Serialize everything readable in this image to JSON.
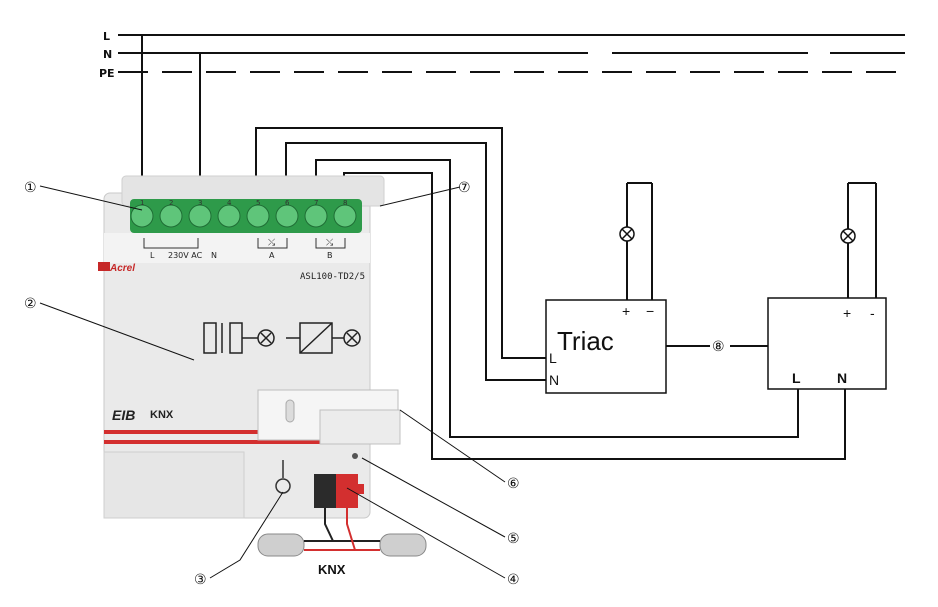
{
  "bus_labels": {
    "l": "L",
    "n": "N",
    "pe": "PE"
  },
  "device": {
    "brand": "Acrel",
    "model": "ASL100-TD2/5",
    "terminal_numbers": [
      "1",
      "2",
      "3",
      "4",
      "5",
      "6",
      "7",
      "8"
    ],
    "terminal_labels": {
      "l": "L",
      "voltage": "230V AC",
      "n": "N",
      "a": "A",
      "b": "B"
    },
    "logo_eib": "EIB",
    "logo_knx": "KNX"
  },
  "bus_cable_label": "KNX",
  "triac": {
    "title": "Triac",
    "plus": "+",
    "minus": "−",
    "l": "L",
    "n": "N"
  },
  "dimmer2": {
    "plus": "+",
    "minus": "-",
    "l": "L",
    "n": "N"
  },
  "callouts": [
    "①",
    "②",
    "③",
    "④",
    "⑤",
    "⑥",
    "⑦",
    "⑧"
  ]
}
